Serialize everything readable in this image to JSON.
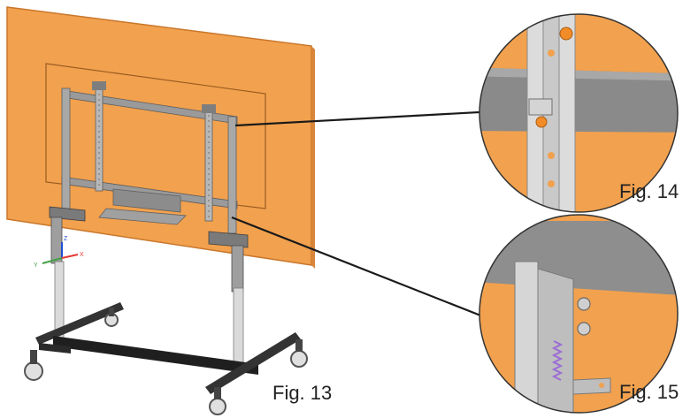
{
  "figures": {
    "fig13": "Fig. 13",
    "fig14": "Fig. 14",
    "fig15": "Fig. 15"
  },
  "axes": {
    "x": "X",
    "y": "Y",
    "z": "Z"
  },
  "colors": {
    "panel": "#F2A14E",
    "panel_edge": "#C9772C",
    "steel": "#8E8E8E",
    "steel_light": "#C4C4C4",
    "steel_dark": "#5E5E5E",
    "base": "#2E2E2E",
    "arrow": "#1A1A1A",
    "axis_x": "#E53935",
    "axis_y": "#43A047",
    "axis_z": "#1E4FD1"
  }
}
